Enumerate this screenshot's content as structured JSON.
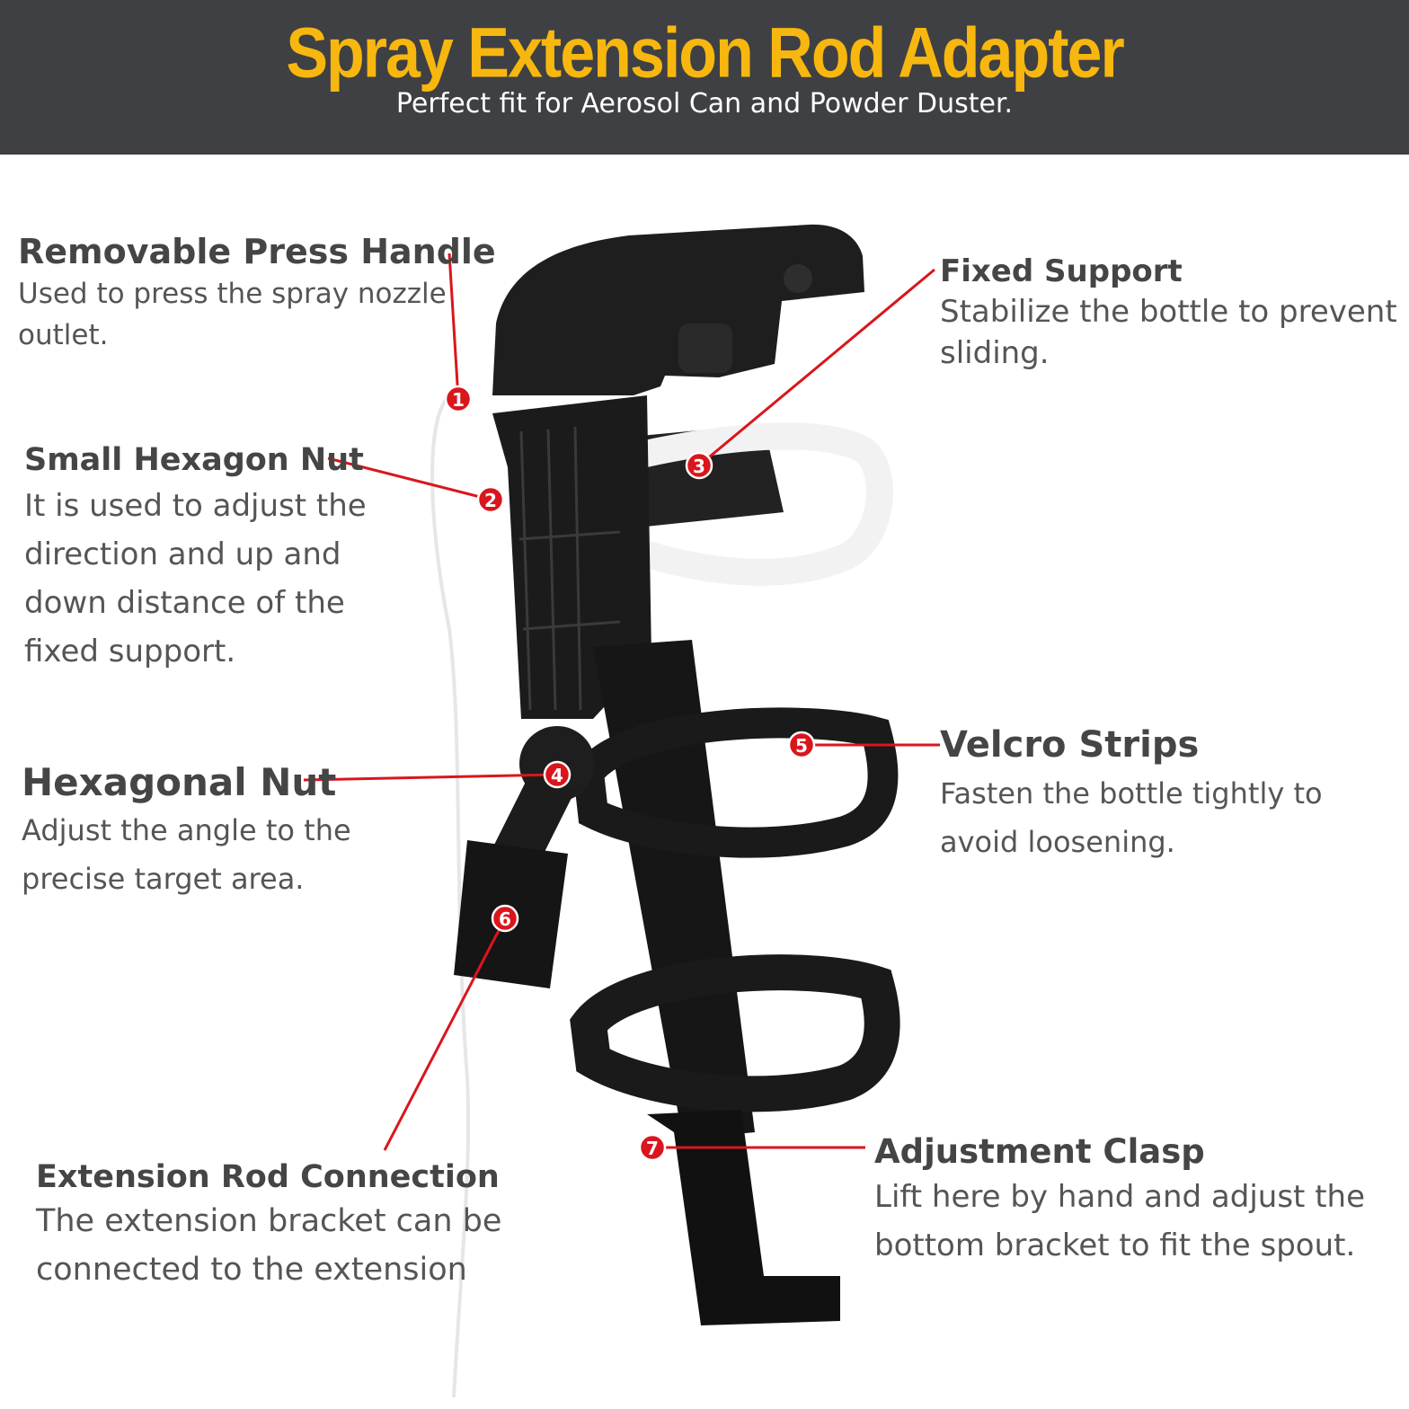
{
  "header": {
    "title": "Spray Extension Rod Adapter",
    "subtitle": "Perfect fit for Aerosol Can and Powder Duster."
  },
  "colors": {
    "header_bg": "#3f4043",
    "title": "#f7b70e",
    "callout_line": "#d9161c",
    "marker_fill": "#d9161c",
    "product_body": "#1c1c1c"
  },
  "callouts": [
    {
      "number": "1",
      "title": "Removable Press Handle",
      "lines": [
        "Used to press the spray nozzle",
        "outlet."
      ]
    },
    {
      "number": "2",
      "title": "Small Hexagon Nut",
      "lines": [
        "It is used to adjust the",
        "direction and up and",
        "down distance of the",
        "fixed support."
      ]
    },
    {
      "number": "3",
      "title": "Fixed Support",
      "lines": [
        "Stabilize the bottle to prevent",
        "sliding."
      ]
    },
    {
      "number": "4",
      "title": "Hexagonal Nut",
      "lines": [
        "Adjust the angle to the",
        "precise target area."
      ]
    },
    {
      "number": "5",
      "title": "Velcro Strips",
      "lines": [
        "Fasten the bottle tightly to",
        "avoid loosening."
      ]
    },
    {
      "number": "6",
      "title": "Extension Rod Connection",
      "lines": [
        "The extension bracket can be",
        "connected to the extension"
      ]
    },
    {
      "number": "7",
      "title": "Adjustment Clasp",
      "lines": [
        "Lift here by hand and adjust the",
        "bottom bracket to fit the spout."
      ]
    }
  ]
}
